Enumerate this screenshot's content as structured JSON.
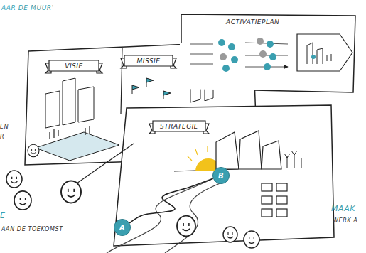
{
  "diagram": {
    "nodes": [
      {
        "text": [
          "ACTIVATIEPLAN"
        ]
      },
      {
        "text": [
          "VISIE"
        ]
      },
      {
        "text": [
          "MISSIE"
        ]
      },
      {
        "text": [
          "STRATEGIE"
        ]
      },
      {
        "text": [
          "B"
        ]
      },
      {
        "text": [
          "A"
        ]
      }
    ],
    "edges": [
      {
        "from": 5,
        "to": 4,
        "arrow": "none"
      }
    ],
    "labels": [
      "AAR DE MUUR'",
      "EN",
      "R",
      "E",
      "AAN DE TOEKOMST",
      "MAAK",
      "WERK A"
    ]
  }
}
